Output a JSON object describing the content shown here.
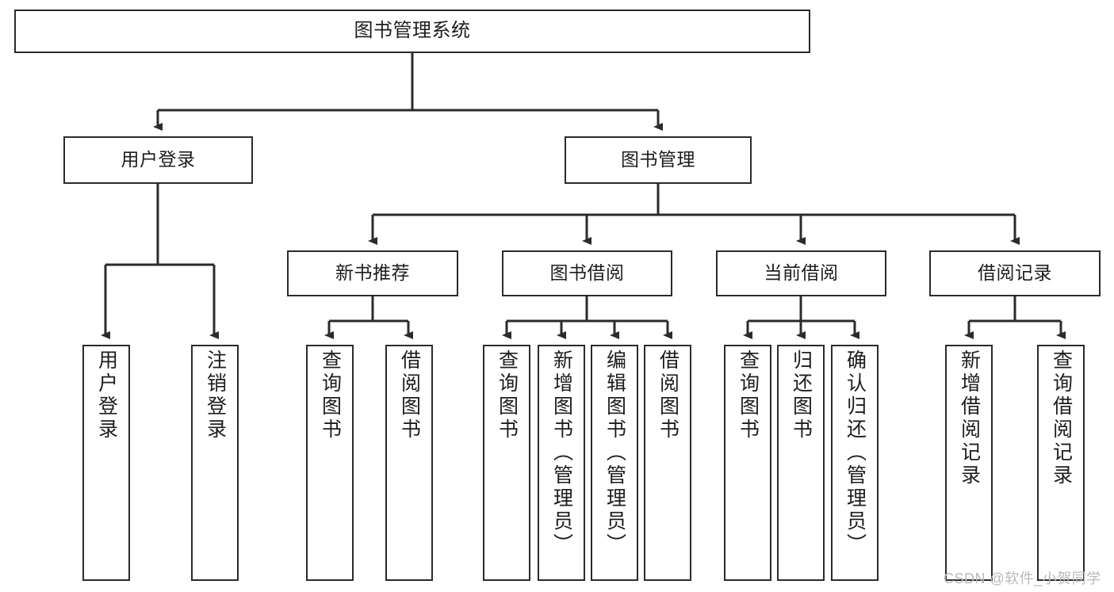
{
  "diagram": {
    "type": "tree-hierarchy",
    "title": "图书管理系统",
    "root": {
      "label": "图书管理系统"
    },
    "level2": [
      {
        "label": "用户登录"
      },
      {
        "label": "图书管理"
      }
    ],
    "level3": [
      {
        "label": "新书推荐"
      },
      {
        "label": "图书借阅"
      },
      {
        "label": "当前借阅"
      },
      {
        "label": "借阅记录"
      }
    ],
    "leaves": {
      "user_login": [
        {
          "label": "用户登录"
        },
        {
          "label": "注销登录"
        }
      ],
      "new_book_recommend": [
        {
          "label": "查询图书"
        },
        {
          "label": "借阅图书"
        }
      ],
      "book_borrow": [
        {
          "label": "查询图书"
        },
        {
          "label": "新增图书（管理员）"
        },
        {
          "label": "编辑图书（管理员）"
        },
        {
          "label": "借阅图书"
        }
      ],
      "current_borrow": [
        {
          "label": "查询图书"
        },
        {
          "label": "归还图书"
        },
        {
          "label": "确认归还（管理员）"
        }
      ],
      "borrow_record": [
        {
          "label": "新增借阅记录"
        },
        {
          "label": "查询借阅记录"
        }
      ]
    }
  },
  "watermark": {
    "text": "CSDN @软件_小贺同学"
  },
  "colors": {
    "border": "#2b2b2b",
    "background": "#ffffff",
    "text": "#1d1d1d",
    "watermark": "#b9b9b9"
  }
}
